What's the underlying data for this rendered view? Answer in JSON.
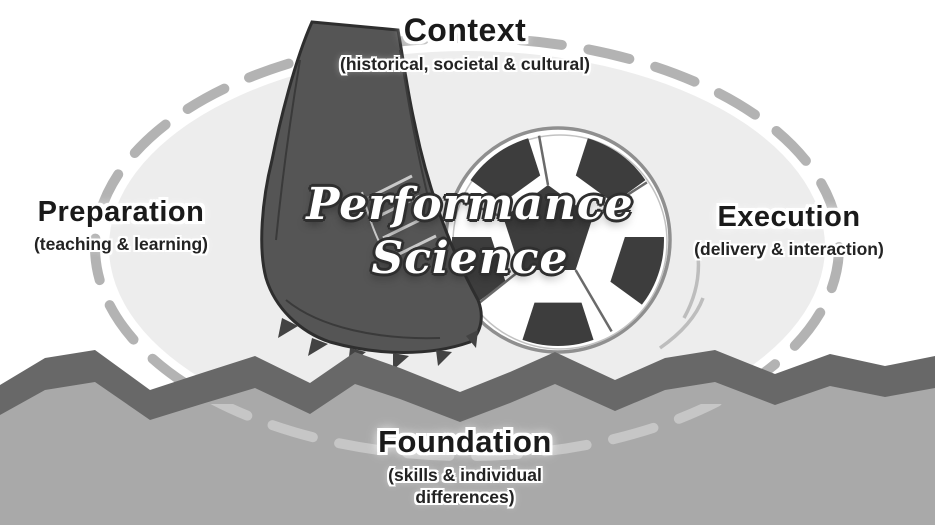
{
  "title": {
    "line1": "Performance",
    "line2": "Science"
  },
  "nodes": {
    "context": {
      "label": "Context",
      "sublabel": "(historical, societal & cultural)"
    },
    "preparation": {
      "label": "Preparation",
      "sublabel": "(teaching & learning)"
    },
    "execution": {
      "label": "Execution",
      "sublabel": "(delivery & interaction)"
    },
    "foundation": {
      "label": "Foundation",
      "sublabel": "(skills & individual differences)"
    }
  },
  "icons": {
    "ball": "soccer-ball-icon",
    "boot": "soccer-boot-icon"
  },
  "colors": {
    "ellipse_fill": "#ededed",
    "dash": "#b3b3b3",
    "dash_bottom": "#c6c6c6",
    "ground_dark": "#686868",
    "ground_light": "#a9a9a9",
    "ball_patch": "#3d3d3d",
    "boot_fill": "#555555",
    "boot_stroke": "#2e2e2e",
    "text_dark": "#1a1a1a",
    "center_text": "#ffffff"
  }
}
